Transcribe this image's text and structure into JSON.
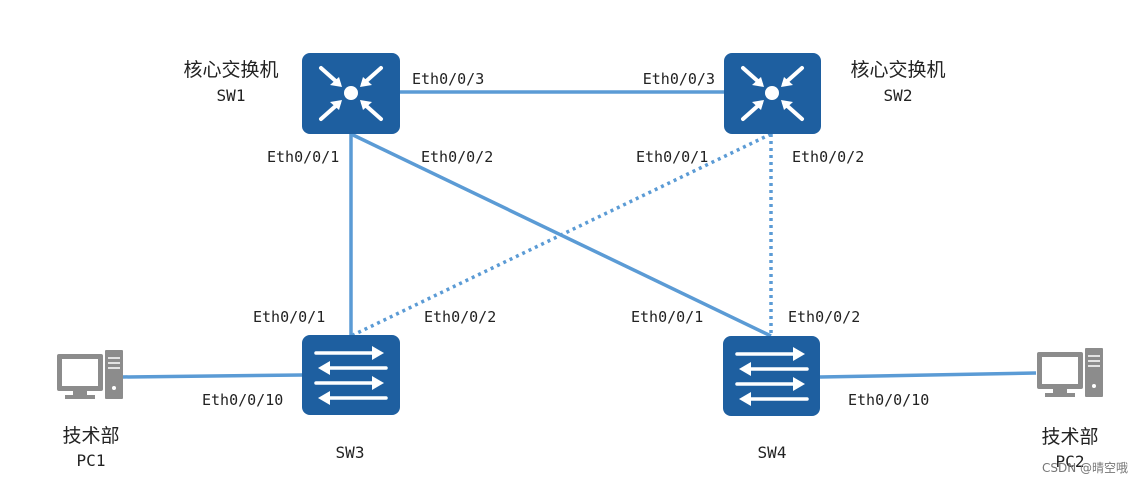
{
  "devices": {
    "sw1": {
      "role": "核心交换机",
      "name": "SW1"
    },
    "sw2": {
      "role": "核心交换机",
      "name": "SW2"
    },
    "sw3": {
      "name": "SW3"
    },
    "sw4": {
      "name": "SW4"
    },
    "pc1": {
      "role": "技术部",
      "name": "PC1"
    },
    "pc2": {
      "role": "技术部",
      "name": "PC2"
    }
  },
  "ports": {
    "sw1_to_sw2": "Eth0/0/3",
    "sw2_to_sw1": "Eth0/0/3",
    "sw1_to_sw3": "Eth0/0/1",
    "sw1_to_sw4": "Eth0/0/2",
    "sw2_to_sw3": "Eth0/0/1",
    "sw2_to_sw4": "Eth0/0/2",
    "sw3_from_sw1": "Eth0/0/1",
    "sw3_from_sw2": "Eth0/0/2",
    "sw4_from_sw1": "Eth0/0/1",
    "sw4_from_sw2": "Eth0/0/2",
    "sw3_to_pc1": "Eth0/0/10",
    "sw4_to_pc2": "Eth0/0/10"
  },
  "links": [
    {
      "from": "SW1",
      "to": "SW2",
      "style": "solid"
    },
    {
      "from": "SW1",
      "to": "SW3",
      "style": "solid"
    },
    {
      "from": "SW1",
      "to": "SW4",
      "style": "solid"
    },
    {
      "from": "SW2",
      "to": "SW3",
      "style": "dotted"
    },
    {
      "from": "SW2",
      "to": "SW4",
      "style": "dotted"
    },
    {
      "from": "SW3",
      "to": "PC1",
      "style": "solid"
    },
    {
      "from": "SW4",
      "to": "PC2",
      "style": "solid"
    }
  ],
  "watermark": "CSDN @晴空哦",
  "colors": {
    "device": "#1e5fa0",
    "link": "#5b9bd5",
    "pc": "#8c8c8c"
  },
  "icons": {
    "core_switch": "core-switch-icon",
    "access_switch": "switch-icon",
    "pc": "pc-icon"
  }
}
